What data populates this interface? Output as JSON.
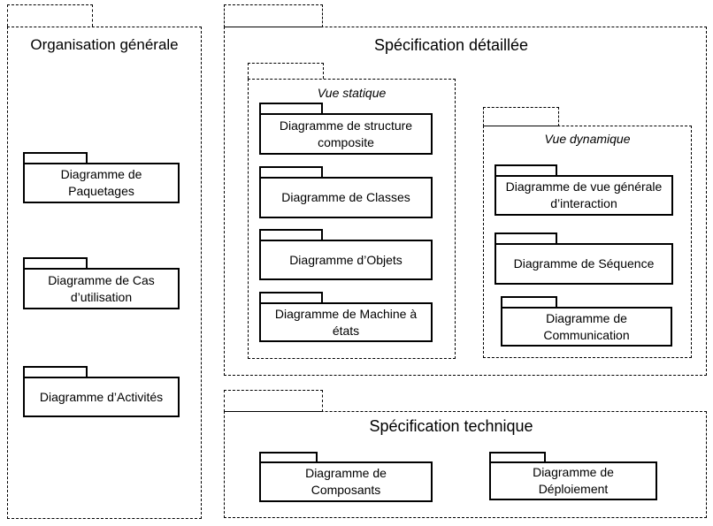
{
  "colors": {
    "line": "#000000",
    "background": "#ffffff",
    "text": "#000000"
  },
  "packages": {
    "general": {
      "title": "Organisation générale",
      "boxes": [
        {
          "lines": [
            "Diagramme de",
            "Paquetages"
          ]
        },
        {
          "lines": [
            "Diagramme de Cas",
            "d’utilisation"
          ]
        },
        {
          "lines": [
            "Diagramme d’Activités"
          ]
        }
      ]
    },
    "detailed": {
      "title": "Spécification détaillée",
      "static_view": {
        "title": "Vue statique",
        "boxes": [
          {
            "lines": [
              "Diagramme de structure",
              "composite"
            ]
          },
          {
            "lines": [
              "Diagramme de Classes"
            ]
          },
          {
            "lines": [
              "Diagramme d’Objets"
            ]
          },
          {
            "lines": [
              "Diagramme de Machine à",
              "états"
            ]
          }
        ]
      },
      "dynamic_view": {
        "title": "Vue dynamique",
        "boxes": [
          {
            "lines": [
              "Diagramme de vue générale",
              "d’interaction"
            ]
          },
          {
            "lines": [
              "Diagramme de Séquence"
            ]
          },
          {
            "lines": [
              "Diagramme de",
              "Communication"
            ]
          }
        ]
      }
    },
    "technical": {
      "title": "Spécification technique",
      "boxes": [
        {
          "lines": [
            "Diagramme de",
            "Composants"
          ]
        },
        {
          "lines": [
            "Diagramme de",
            "Déploiement"
          ]
        }
      ]
    }
  }
}
